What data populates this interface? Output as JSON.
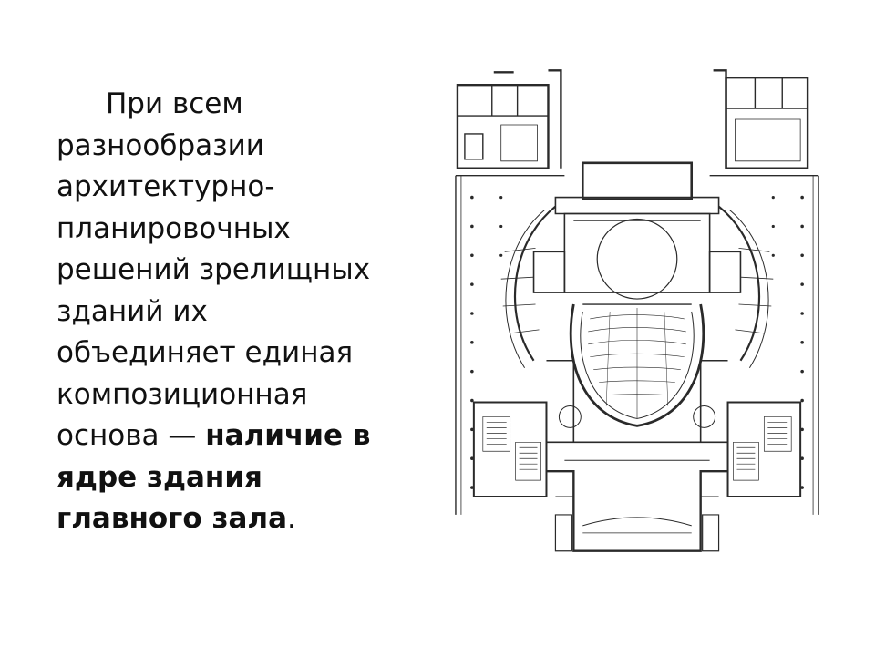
{
  "slide": {
    "lines": [
      {
        "text": "При всем"
      },
      {
        "text": "разнообразии"
      },
      {
        "text": "архитектурно-"
      },
      {
        "text": "планировочных"
      },
      {
        "text": "решений зрелищных"
      },
      {
        "text": "зданий их"
      },
      {
        "text": "объединяет единая"
      },
      {
        "text": "композиционная"
      },
      {
        "text": "основа — ",
        "bold": "наличие в"
      },
      {
        "bold": "ядре здания"
      },
      {
        "bold": "главного зала",
        "tail": "."
      }
    ]
  }
}
